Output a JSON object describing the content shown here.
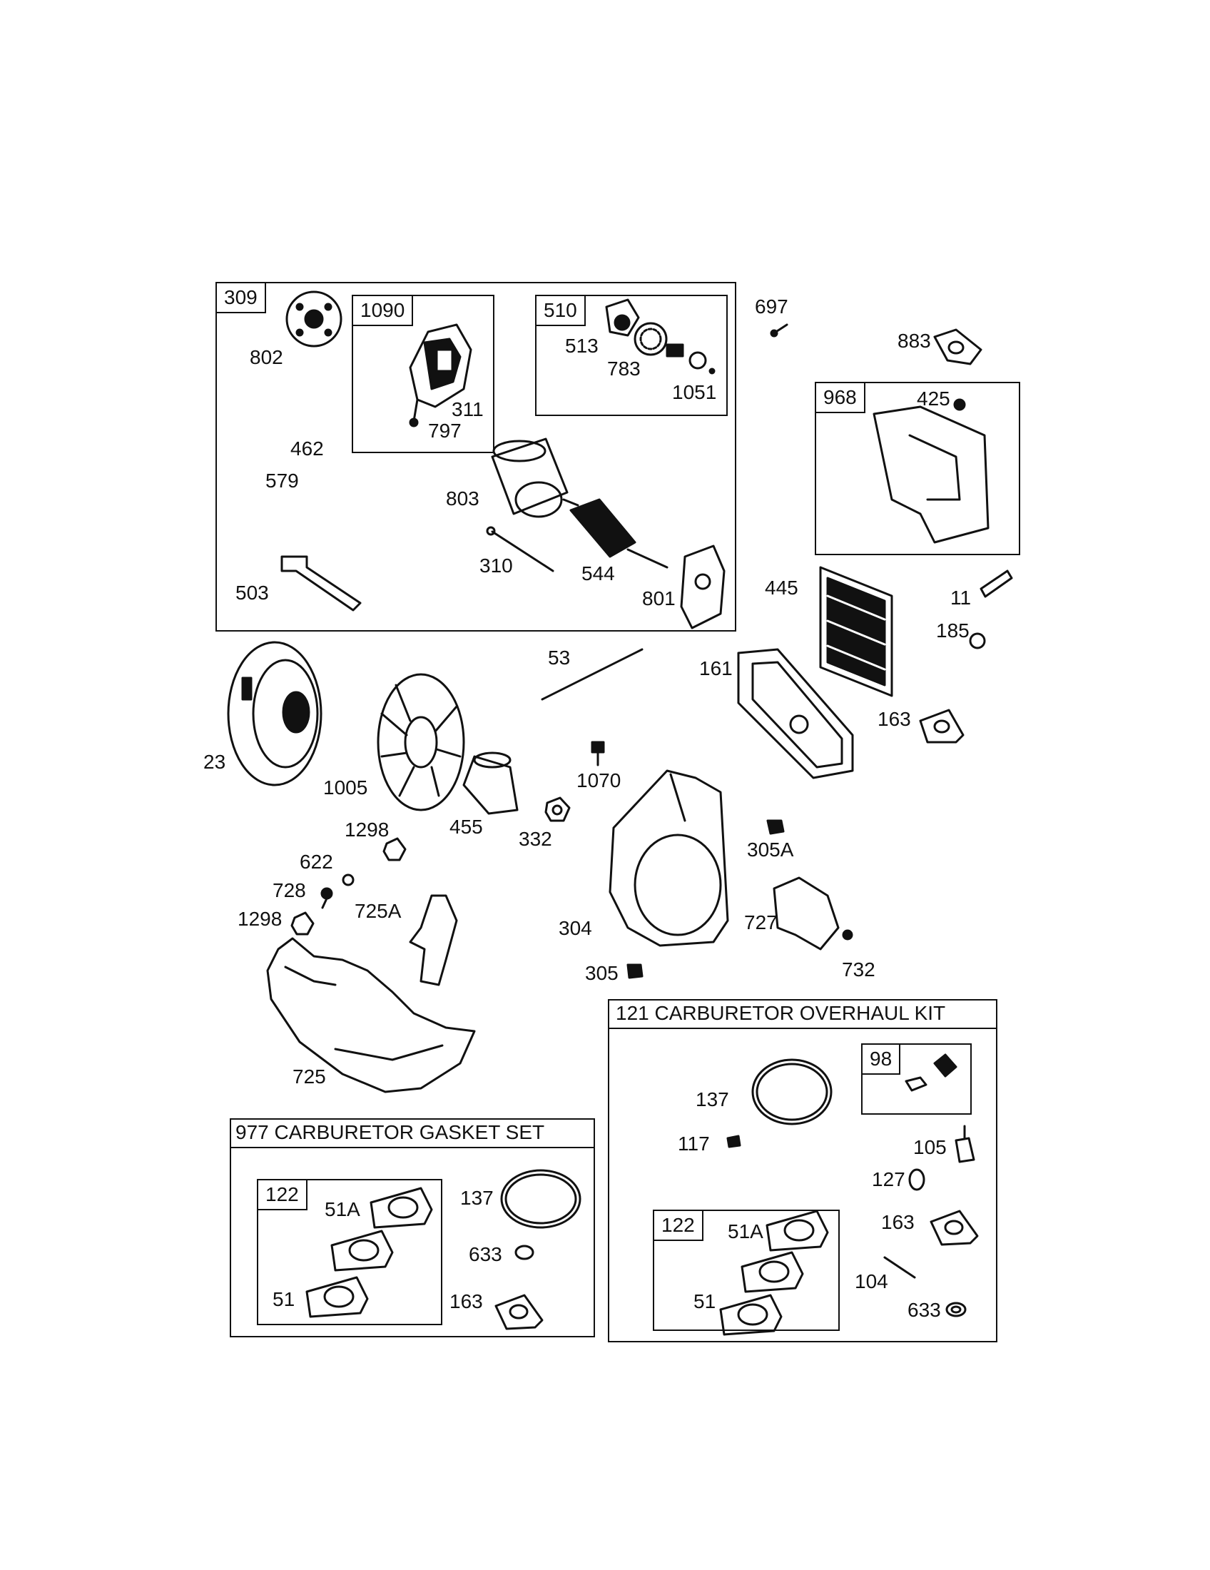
{
  "kits": {
    "starter_309": "309",
    "brush_1090": "1090",
    "drive_510": "510",
    "shroud_968": "968",
    "carb_overhaul": "121 CARBURETOR OVERHAUL KIT",
    "carb_gasket": "977 CARBURETOR  GASKET SET",
    "gasket_122_a": "122",
    "gasket_122_b": "122",
    "spring_98": "98"
  },
  "parts": {
    "p802": "802",
    "p311": "311",
    "p797": "797",
    "p462": "462",
    "p579": "579",
    "p513": "513",
    "p783": "783",
    "p1051": "1051",
    "p803": "803",
    "p310": "310",
    "p544": "544",
    "p801": "801",
    "p503": "503",
    "p697": "697",
    "p883": "883",
    "p425": "425",
    "p445": "445",
    "p11": "11",
    "p185": "185",
    "p53": "53",
    "p161": "161",
    "p163": "163",
    "p23": "23",
    "p1005": "1005",
    "p1070": "1070",
    "p455": "455",
    "p1298a": "1298",
    "p332": "332",
    "p305A": "305A",
    "p622": "622",
    "p728": "728",
    "p725A": "725A",
    "p1298b": "1298",
    "p304": "304",
    "p727": "727",
    "p305": "305",
    "p732": "732",
    "p725": "725",
    "p137a": "137",
    "p51Aa": "51A",
    "p633a": "633",
    "p51a": "51",
    "p163a": "163",
    "p137b": "137",
    "p117": "117",
    "p105": "105",
    "p127": "127",
    "p163b": "163",
    "p51Ab": "51A",
    "p104": "104",
    "p51b": "51",
    "p633b": "633"
  }
}
